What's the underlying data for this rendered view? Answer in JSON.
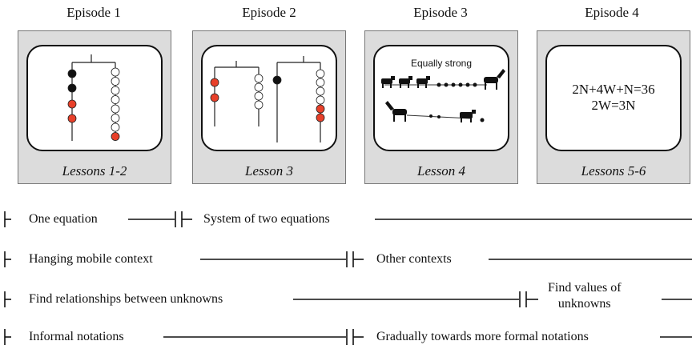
{
  "episodes": [
    {
      "title": "Episode 1",
      "lesson": "Lessons 1-2"
    },
    {
      "title": "Episode 2",
      "lesson": "Lesson 3"
    },
    {
      "title": "Episode 3",
      "lesson": "Lesson 4",
      "caption": "Equally strong"
    },
    {
      "title": "Episode 4",
      "lesson": "Lessons 5-6",
      "equations": [
        "2N+4W+N=36",
        "2W=3N"
      ]
    }
  ],
  "rows": [
    {
      "left": "One equation",
      "right": "System of two equations"
    },
    {
      "left": "Hanging mobile context",
      "right": "Other contexts"
    },
    {
      "left": "Find relationships between unknowns",
      "right_line1": "Find values of",
      "right_line2": "unknowns"
    },
    {
      "left": "Informal notations",
      "right": "Gradually towards more formal notations"
    }
  ],
  "colors": {
    "red": "#e8402a",
    "black": "#111111",
    "panel_bg": "#dcdcdc"
  }
}
